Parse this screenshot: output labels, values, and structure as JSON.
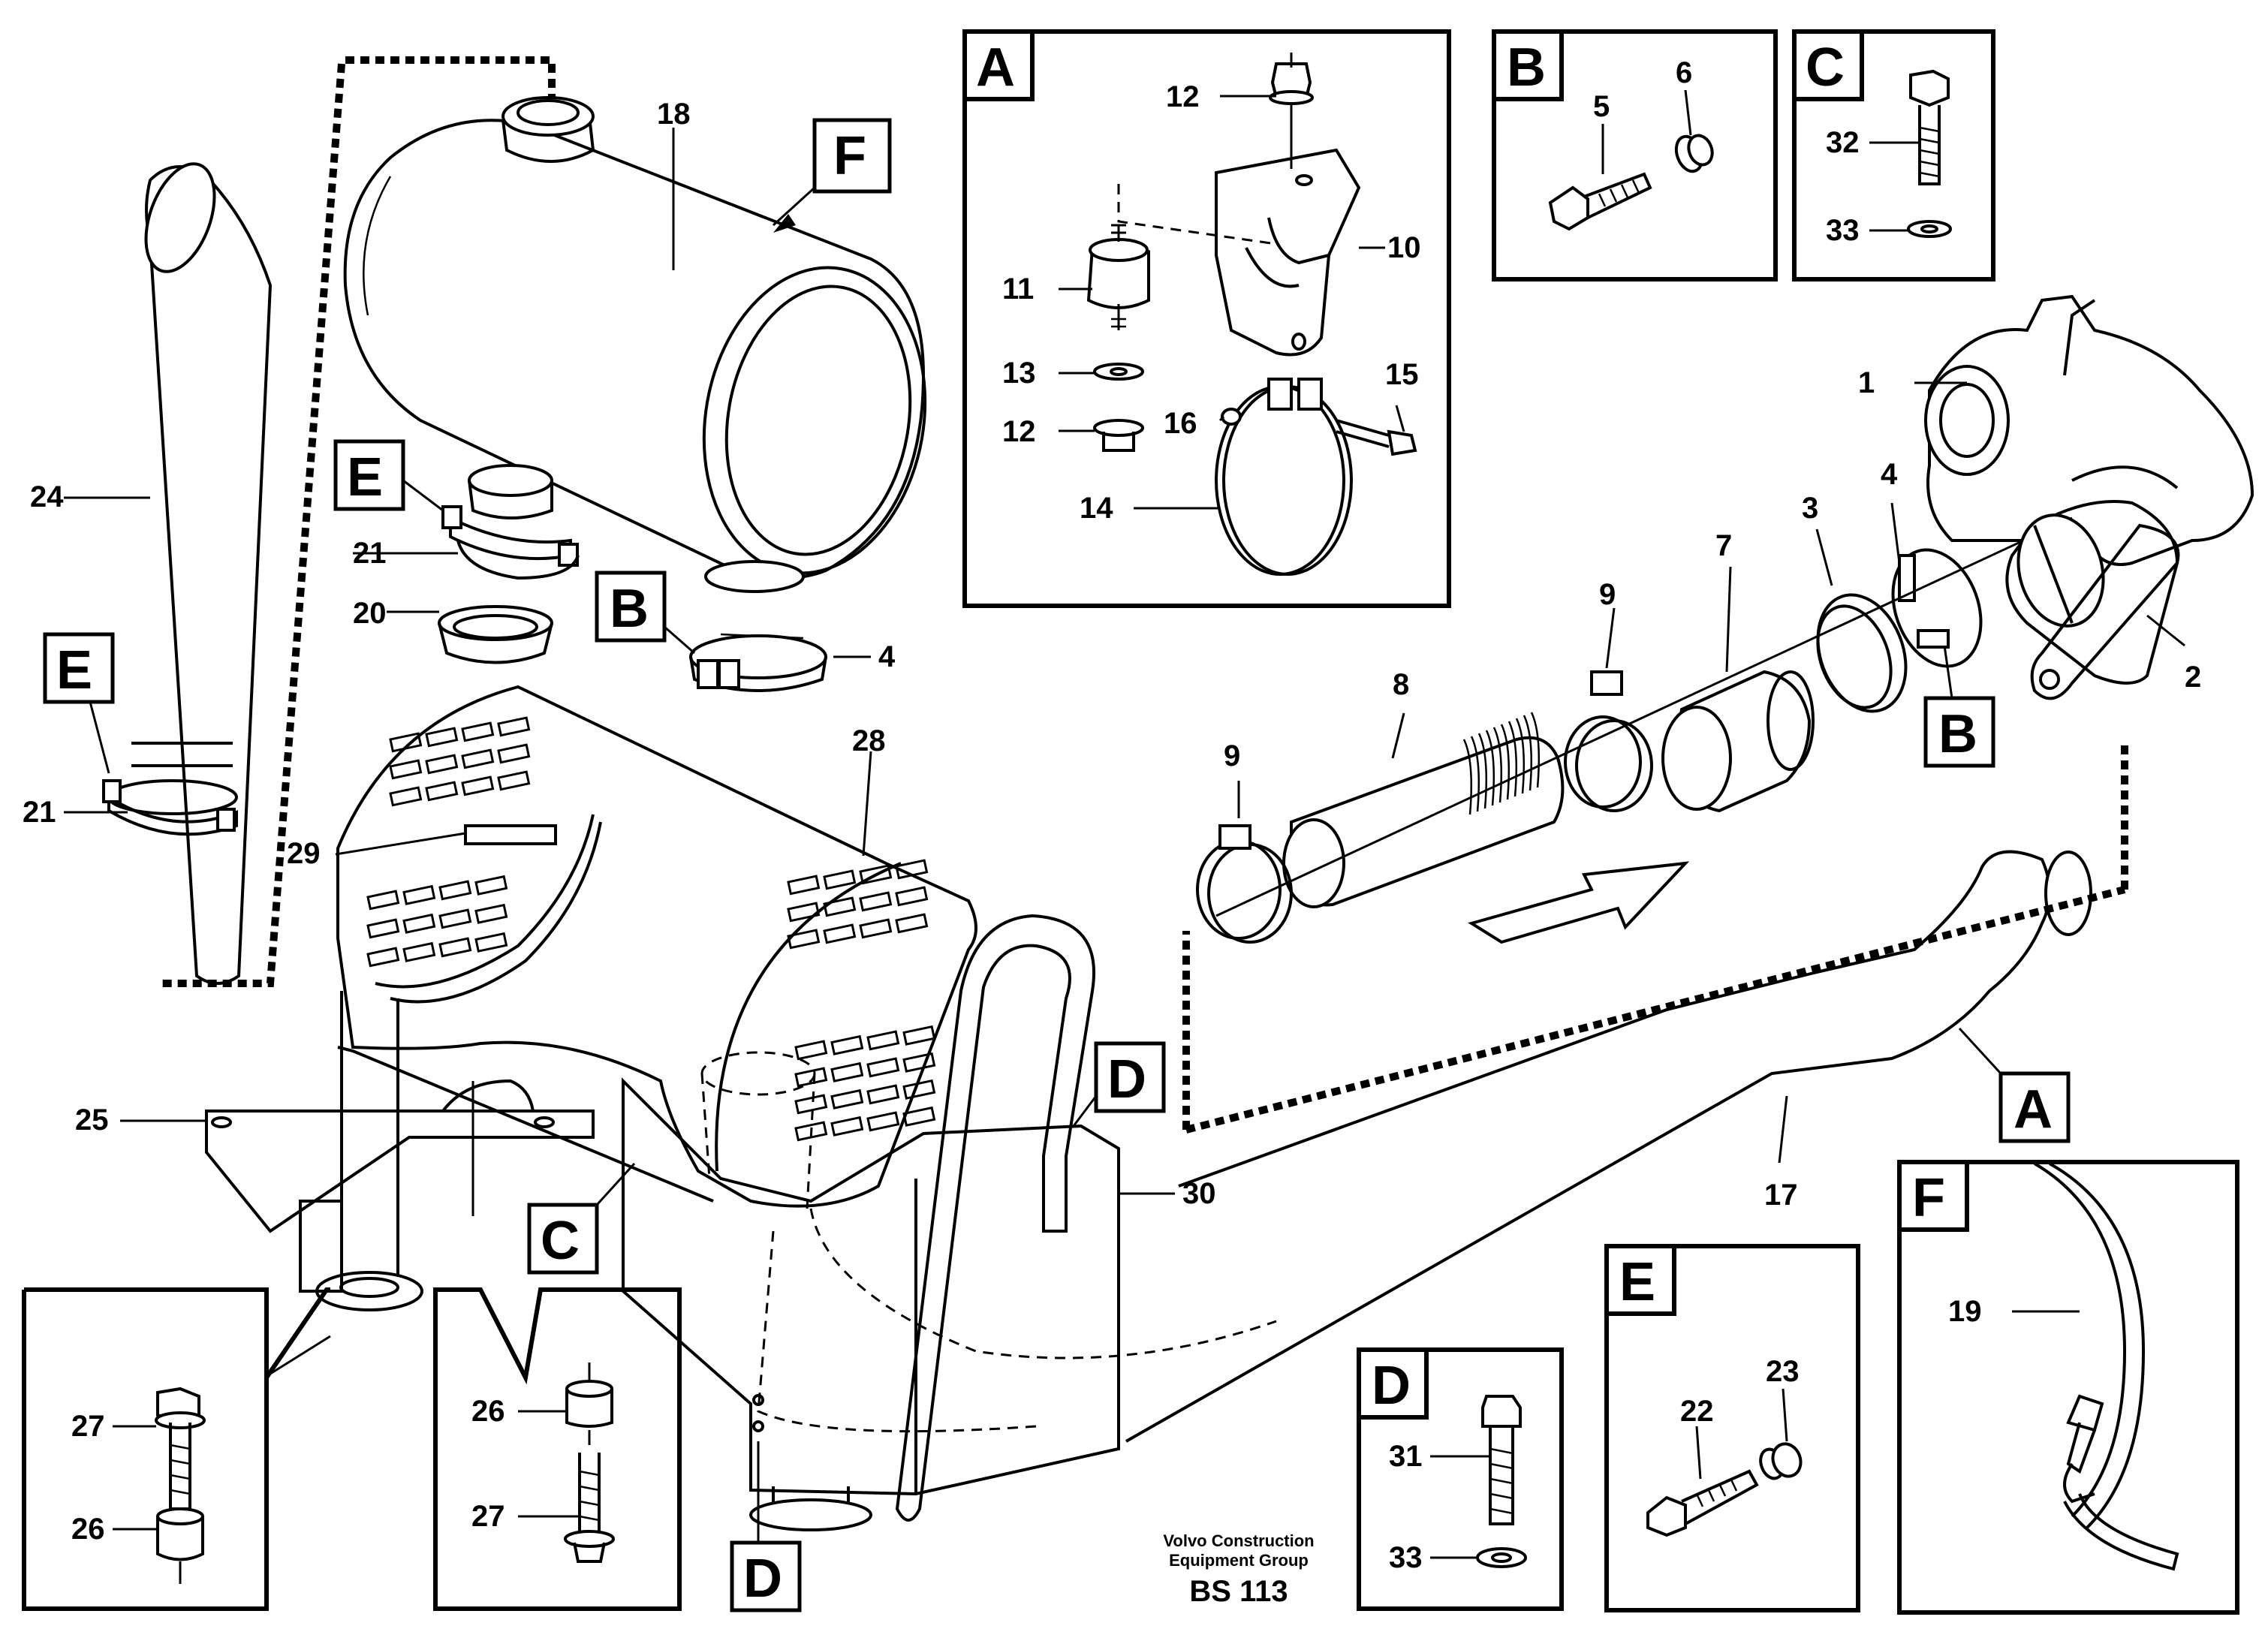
{
  "diagram": {
    "caption_line1": "Volvo Construction",
    "caption_line2": "Equipment Group",
    "code": "BS 113"
  },
  "letters": {
    "A": "A",
    "B": "B",
    "C": "C",
    "D": "D",
    "E": "E",
    "F": "F"
  },
  "callouts": {
    "n1": "1",
    "n2": "2",
    "n3": "3",
    "n4": "4",
    "n5": "5",
    "n6": "6",
    "n7": "7",
    "n8": "8",
    "n9": "9",
    "n10": "10",
    "n11": "11",
    "n12": "12",
    "n13": "13",
    "n14": "14",
    "n15": "15",
    "n16": "16",
    "n17": "17",
    "n18": "18",
    "n19": "19",
    "n20": "20",
    "n21": "21",
    "n22": "22",
    "n23": "23",
    "n24": "24",
    "n25": "25",
    "n26": "26",
    "n27": "27",
    "n28": "28",
    "n29": "29",
    "n30": "30",
    "n31": "31",
    "n32": "32",
    "n33": "33"
  },
  "colors": {
    "ink": "#000000",
    "paper": "#ffffff"
  }
}
